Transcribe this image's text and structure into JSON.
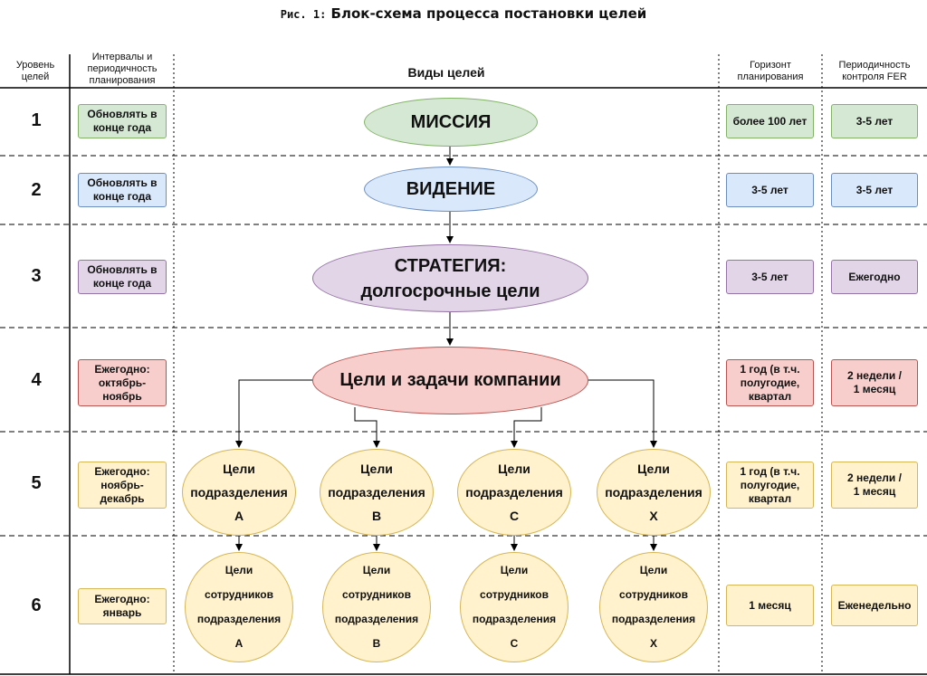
{
  "title": {
    "prefix": "Рис. 1:",
    "text": "Блок-схема процесса постановки целей"
  },
  "headers": {
    "level": "Уровень\nцелей",
    "intervals": "Интервалы и\nпериодичность\nпланирования",
    "goal_types": "Виды целей",
    "horizon": "Горизонт\nпланирования",
    "control": "Периодичность\nконтроля FER"
  },
  "rows": [
    {
      "level": "1",
      "interval": "Обновлять в\nконце года",
      "horizon": "более 100 лет",
      "control": "3-5 лет"
    },
    {
      "level": "2",
      "interval": "Обновлять в\nконце года",
      "horizon": "3-5 лет",
      "control": "3-5 лет"
    },
    {
      "level": "3",
      "interval": "Обновлять в\nконце года",
      "horizon": "3-5 лет",
      "control": "Ежегодно"
    },
    {
      "level": "4",
      "interval": "Ежегодно:\nоктябрь-\nноябрь",
      "horizon": "1 год (в т.ч.\nполугодие,\nквартал",
      "control": "2 недели /\n1 месяц"
    },
    {
      "level": "5",
      "interval": "Ежегодно:\nноябрь-\nдекабрь",
      "horizon": "1 год (в т.ч.\nполугодие,\nквартал",
      "control": "2 недели /\n1 месяц"
    },
    {
      "level": "6",
      "interval": "Ежегодно:\nянварь",
      "horizon": "1 месяц",
      "control": "Еженедельно"
    }
  ],
  "nodes": {
    "mission": "МИССИЯ",
    "vision": "ВИДЕНИЕ",
    "strategy": "СТРАТЕГИЯ:\nдолгосрочные цели",
    "company": "Цели и задачи компании",
    "dept_line1": "Цели",
    "dept_line2": "подразделения",
    "emp_line1": "Цели",
    "emp_line2": "сотрудников",
    "emp_line3": "подразделения",
    "units": [
      "А",
      "В",
      "С",
      "Х"
    ]
  },
  "colors": {
    "green_fill": "#d5e8d4",
    "green_stroke": "#82b366",
    "blue_fill": "#dae8fc",
    "blue_stroke": "#6c8ebf",
    "purple_fill": "#e1d5e7",
    "purple_stroke": "#9673a6",
    "red_fill": "#f8cecc",
    "red_stroke": "#b85450",
    "yellow_fill": "#fff2cc",
    "yellow_stroke": "#d6b656"
  }
}
